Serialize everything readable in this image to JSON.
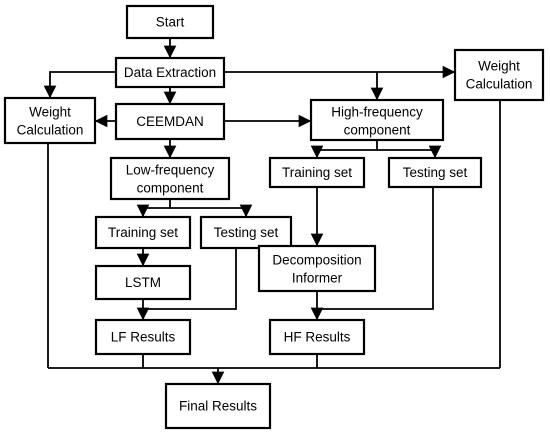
{
  "nodes": {
    "start": "Start",
    "data_extraction": "Data Extraction",
    "weight_calc_left": [
      "Weight",
      "Calculation"
    ],
    "ceemdan": "CEEMDAN",
    "high_freq": [
      "High-frequency",
      "component"
    ],
    "weight_calc_right": [
      "Weight",
      "Calculation"
    ],
    "low_freq": [
      "Low-frequency",
      "component"
    ],
    "training_left": "Training set",
    "testing_left": "Testing set",
    "training_right": "Training set",
    "testing_right": "Testing set",
    "lstm": "LSTM",
    "decomposition_informer": [
      "Decomposition",
      "Informer"
    ],
    "lf_results": "LF Results",
    "hf_results": "HF Results",
    "final_results": "Final Results"
  }
}
